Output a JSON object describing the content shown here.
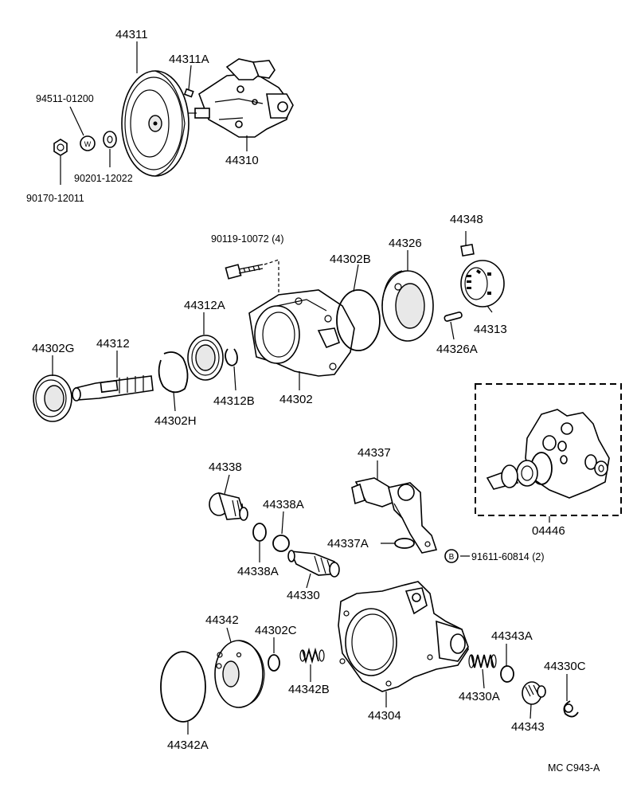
{
  "labels": {
    "p44311": "44311",
    "p44311A": "44311A",
    "p94511": "94511-01200",
    "p44310": "44310",
    "p90201": "90201-12022",
    "p90170": "90170-12011",
    "p90119": "90119-10072 (4)",
    "p44326": "44326",
    "p44348": "44348",
    "p44302B": "44302B",
    "p44313": "44313",
    "p44326A": "44326A",
    "p44312A": "44312A",
    "p44302G": "44302G",
    "p44312": "44312",
    "p44312B": "44312B",
    "p44302": "44302",
    "p44302H": "44302H",
    "p44446": "04446",
    "p44338": "44338",
    "p44338A_top": "44338A",
    "p44337": "44337",
    "p44338A_bot": "44338A",
    "p44337A": "44337A",
    "p91611": "91611-60814 (2)",
    "p44330": "44330",
    "p44342": "44342",
    "p44302C": "44302C",
    "p44343A": "44343A",
    "p44330C": "44330C",
    "p44342B": "44342B",
    "p44304": "44304",
    "p44330A": "44330A",
    "p44343": "44343",
    "p44342A": "44342A",
    "ref_code": "MC  C943-A"
  },
  "symbols": {
    "washer_w": "W",
    "bolt_b": "B"
  }
}
